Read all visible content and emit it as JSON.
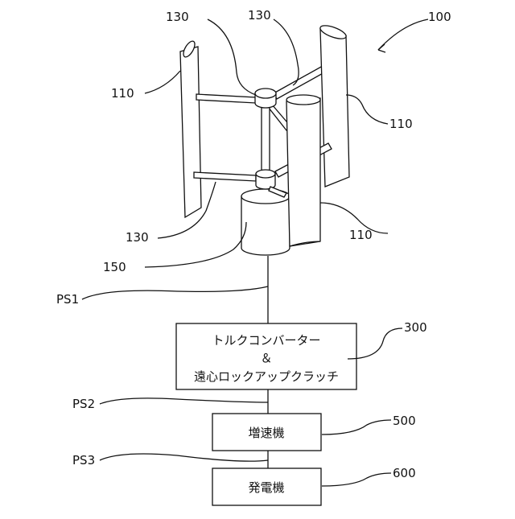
{
  "refs": {
    "system": "100",
    "blade_top_left": "130",
    "blade_top_right": "130",
    "blade_left": "110",
    "blade_right_upper": "110",
    "blade_right_lower": "110",
    "hub_lower": "130",
    "generator_body": "150",
    "shaft1": "PS1",
    "converter": "300",
    "shaft2": "PS2",
    "gearbox": "500",
    "shaft3": "PS3",
    "generator": "600"
  },
  "boxes": {
    "converter": {
      "line1": "トルクコンバーター",
      "line2": "＆",
      "line3": "遠心ロックアップクラッチ"
    },
    "gearbox": {
      "label": "増速機"
    },
    "generator": {
      "label": "発電機"
    }
  }
}
